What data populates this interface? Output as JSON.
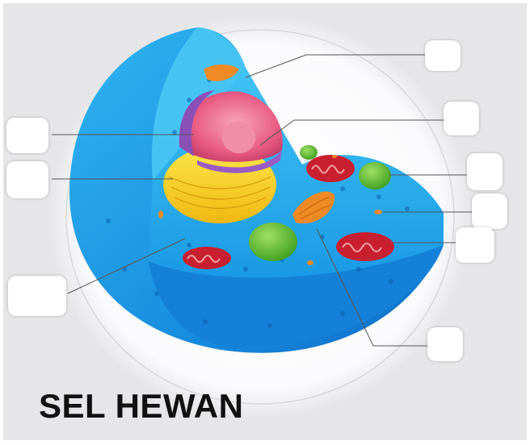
{
  "title": "SEL HEWAN",
  "colors": {
    "cytoplasm": "#1fa0e8",
    "membrane_outer": "#0f79d6",
    "nucleus": "#e8557e",
    "nuclear_envelope": "#8b4fb8",
    "endoplasmic_reticulum": "#f5d21b",
    "mitochondria": "#c82030",
    "vacuole": "#5cbd2e",
    "golgi": "#f08a24"
  },
  "labels": [
    {
      "name": "label-cell-membrane",
      "text": ""
    },
    {
      "name": "label-nucleolus",
      "text": ""
    },
    {
      "name": "label-nucleus",
      "text": ""
    },
    {
      "name": "label-endoplasmic-reticulum",
      "text": ""
    },
    {
      "name": "label-vacuole",
      "text": ""
    },
    {
      "name": "label-ribosome",
      "text": ""
    },
    {
      "name": "label-mitochondria",
      "text": ""
    },
    {
      "name": "label-cytoplasm",
      "text": ""
    },
    {
      "name": "label-golgi",
      "text": ""
    }
  ]
}
